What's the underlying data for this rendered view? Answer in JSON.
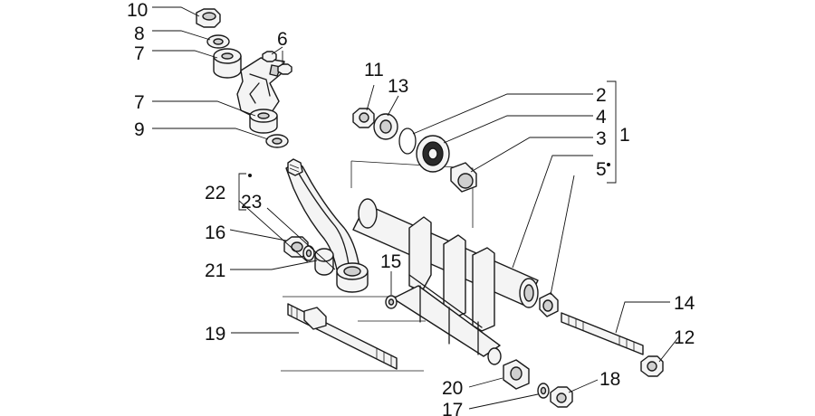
{
  "callouts": [
    {
      "id": "c10",
      "text": "10"
    },
    {
      "id": "c8",
      "text": "8"
    },
    {
      "id": "c7a",
      "text": "7"
    },
    {
      "id": "c6",
      "text": "6"
    },
    {
      "id": "c7b",
      "text": "7"
    },
    {
      "id": "c9",
      "text": "9"
    },
    {
      "id": "c11",
      "text": "11"
    },
    {
      "id": "c13",
      "text": "13"
    },
    {
      "id": "c2",
      "text": "2"
    },
    {
      "id": "c4",
      "text": "4"
    },
    {
      "id": "c3",
      "text": "3"
    },
    {
      "id": "c1",
      "text": "1"
    },
    {
      "id": "c5",
      "text": "5"
    },
    {
      "id": "c22",
      "text": "22"
    },
    {
      "id": "c23",
      "text": "23"
    },
    {
      "id": "c16",
      "text": "16"
    },
    {
      "id": "c21",
      "text": "21"
    },
    {
      "id": "c15",
      "text": "15"
    },
    {
      "id": "c19",
      "text": "19"
    },
    {
      "id": "c14",
      "text": "14"
    },
    {
      "id": "c12",
      "text": "12"
    },
    {
      "id": "c18",
      "text": "18"
    },
    {
      "id": "c20",
      "text": "20"
    },
    {
      "id": "c17",
      "text": "17"
    }
  ]
}
